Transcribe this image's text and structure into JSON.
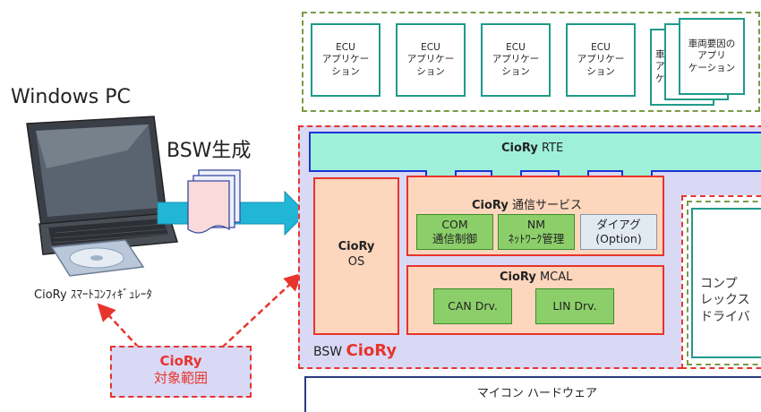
{
  "left": {
    "pc_title": "Windows PC",
    "bsw_gen": "BSW生成",
    "configurator_brand": "CioRy",
    "configurator_label": "ｽﾏｰﾄｺﾝﾌｨｷﾞｭﾚｰﾀ",
    "scope_brand": "CioRy",
    "scope_label": "対象範囲"
  },
  "apps": {
    "items": [
      "ECU\nアプリケー\nション",
      "ECU\nアプリケー\nション",
      "ECU\nアプリケー\nション",
      "ECU\nアプリケー\nション"
    ],
    "vehicle": "車両要因の\nアプリ\nケーション",
    "stack_peek": "車\nア\nケ"
  },
  "rte": {
    "brand": "CioRy",
    "label": "RTE"
  },
  "os": {
    "brand": "CioRy",
    "label": "OS"
  },
  "comm": {
    "brand": "CioRy",
    "label": "通信サービス",
    "com": "COM\n通信制御",
    "nm": "NM\nﾈｯﾄﾜｰｸ管理",
    "diag": "ダイアグ\n(Option)"
  },
  "mcal": {
    "brand": "CioRy",
    "label": "MCAL",
    "can": "CAN Drv.",
    "lin": "LIN Drv."
  },
  "bsw": {
    "prefix": "BSW",
    "brand": "CioRy"
  },
  "complex": {
    "label": "コンプ\nレックス\nドライバ"
  },
  "hardware": {
    "label": "マイコン ハードウェア"
  },
  "colors": {
    "accent_red": "#e8342c",
    "teal": "#1f9a8a",
    "cyan_arrow": "#22b6d6",
    "rte_fill": "#9ff0d8",
    "rte_blue": "#1a33d6",
    "bsw_fill": "#d9d9f6",
    "orange_fill": "#fcd6bd"
  }
}
